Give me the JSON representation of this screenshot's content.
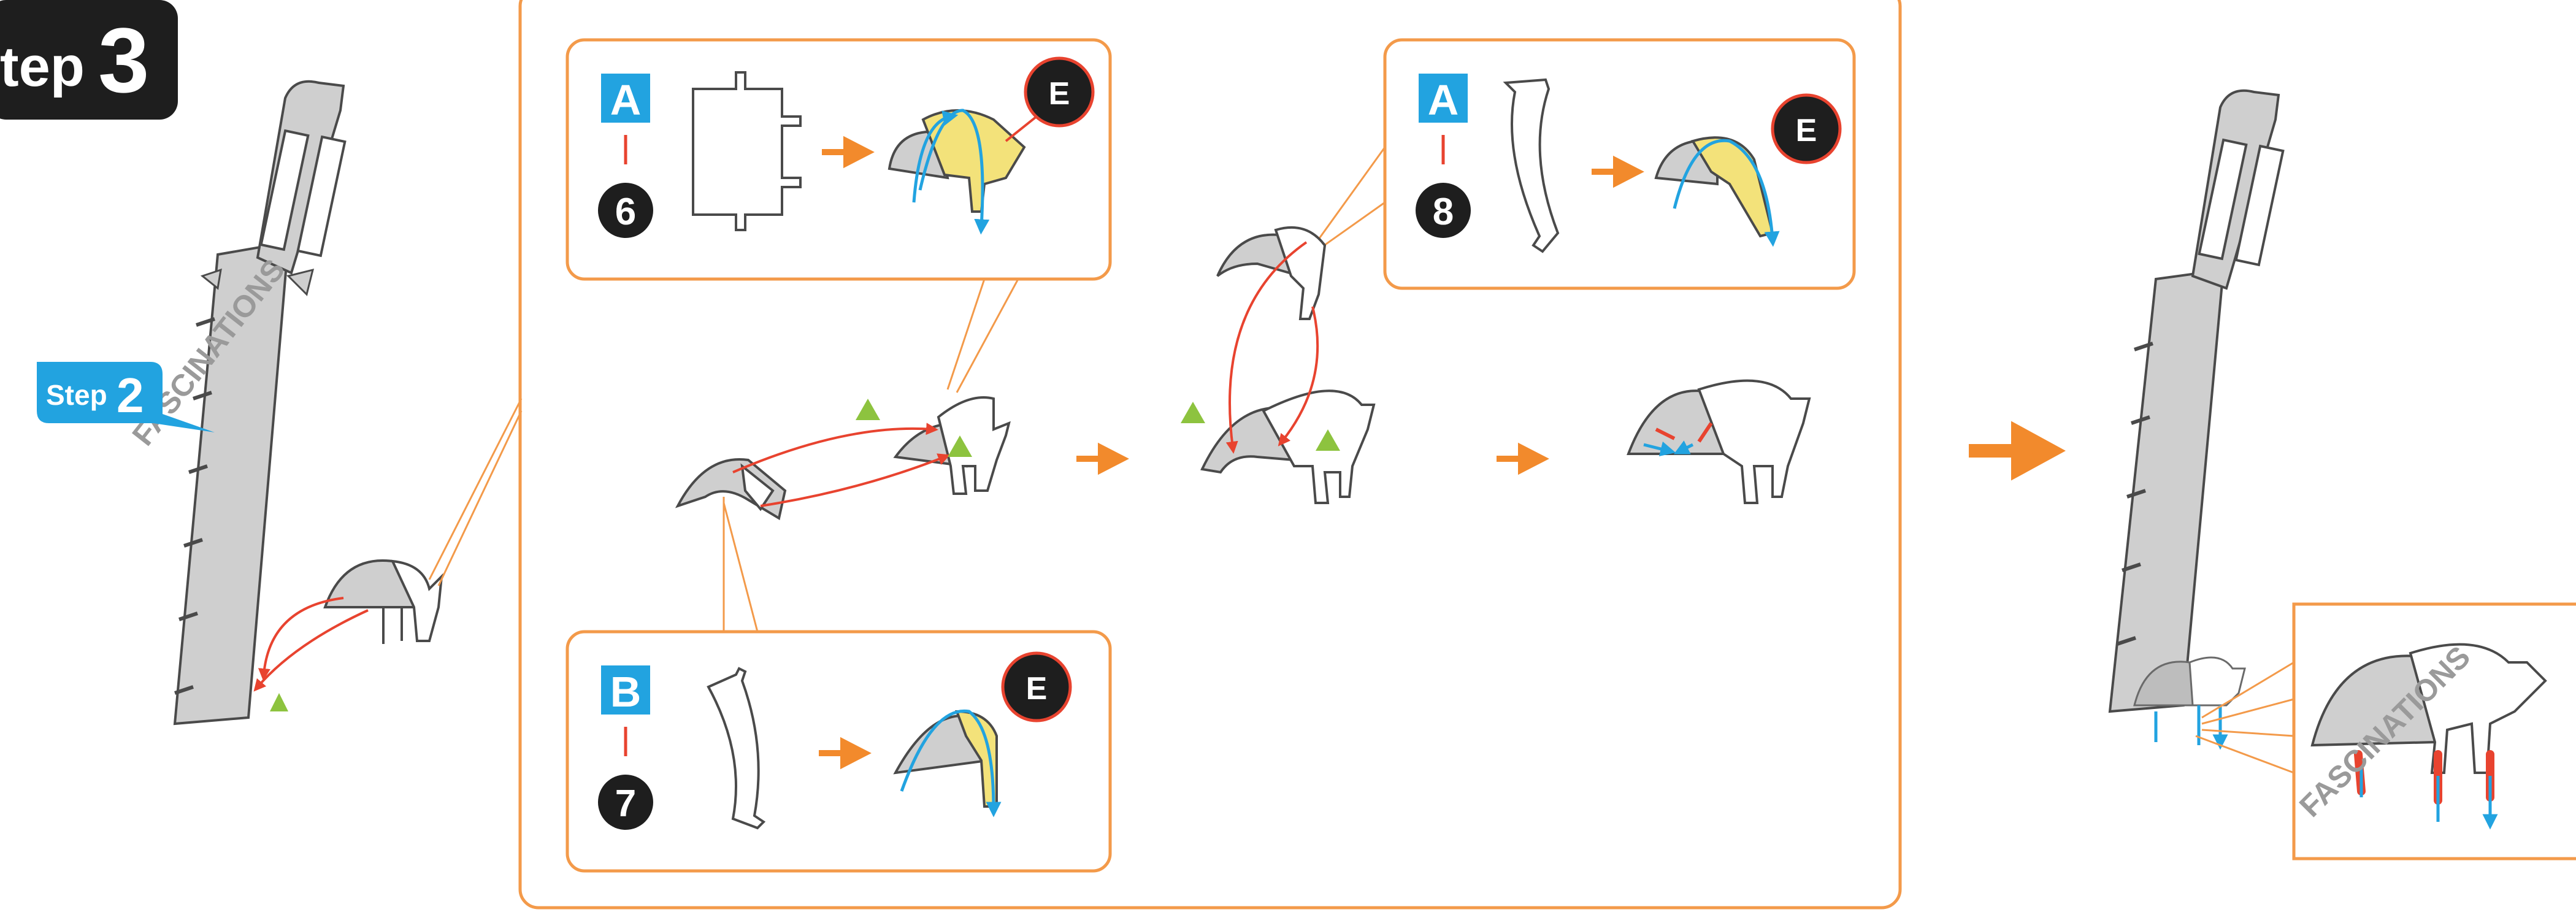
{
  "header": {
    "step_prefix": "tep",
    "step_number": "3"
  },
  "previous_step": {
    "prefix": "Step",
    "number": "2"
  },
  "watermark": "FASCINATIONS",
  "panels": {
    "panel_a6": {
      "letter": "A",
      "number": "6",
      "badge": "E"
    },
    "panel_b7": {
      "letter": "B",
      "number": "7",
      "badge": "E"
    },
    "panel_a8": {
      "letter": "A",
      "number": "8",
      "badge": "E"
    }
  },
  "colors": {
    "orange": "#f39a4a",
    "arrow_orange": "#f28a2c",
    "blue_label": "#22a3e0",
    "yellow_tape": "#f3e27a",
    "red_line": "#e8432f",
    "green_marker": "#8dc33f",
    "gray_part": "#cfcfcf",
    "dark": "#1e1e1e"
  }
}
